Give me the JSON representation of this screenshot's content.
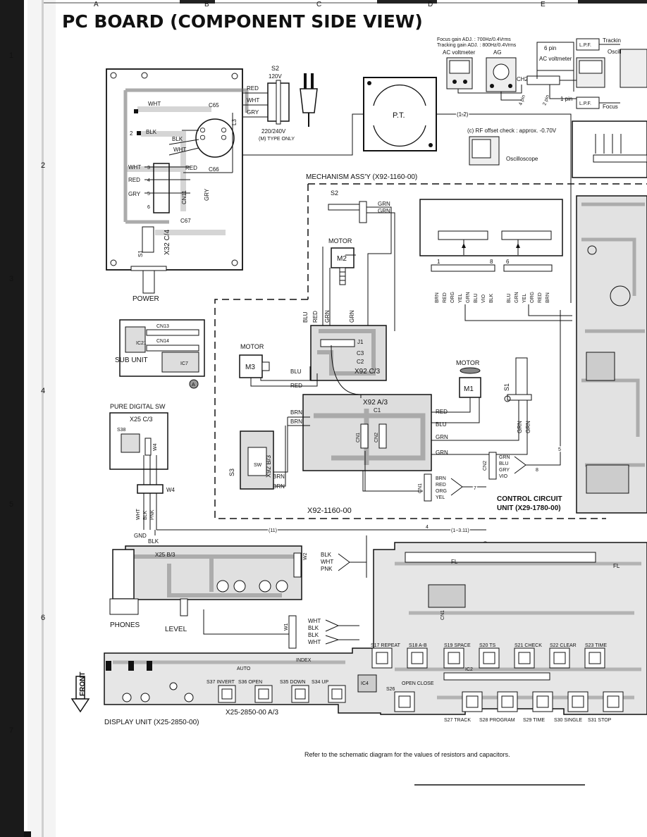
{
  "title": "PC BOARD (COMPONENT SIDE VIEW)",
  "grid": {
    "cols": [
      "A",
      "B",
      "C",
      "D",
      "E"
    ],
    "rows": [
      "1",
      "2",
      "3",
      "4",
      "5",
      "6",
      "7"
    ]
  },
  "top_right": {
    "focus_gain": "Focus gain ADJ. : 700Hz/0.4Vrms",
    "tracking_gain": "Tracking gain ADJ. : 800Hz/0.4Vrms",
    "ac_voltmeter_1": "AC voltmeter",
    "ag": "AG",
    "six_pin": "6 pin",
    "ac_voltmeter_2": "AC voltmeter",
    "tracking": "Trackin",
    "oscill": "Oscill",
    "lpf_1": "L.P.F.",
    "lpf_2": "L.P.F.",
    "focus": "Focus",
    "ch2": "CH2",
    "four_pin": "4 pin",
    "two_pin": "2 pin",
    "one_pin": "1 pin",
    "rf_offset": "(c) RF offset check : approx. -0.70V",
    "oscilloscope": "Oscilloscope"
  },
  "power_unit": {
    "s2": "S2",
    "v120": "120V",
    "red": "RED",
    "wht": "WHT",
    "gry": "GRY",
    "v220": "220/240V",
    "m_type": "(M) TYPE ONLY",
    "pt": "P.T.",
    "c65": "C65",
    "c66": "C66",
    "c67": "C67",
    "l3": "L3",
    "blk": "BLK",
    "wht2": "WHT",
    "wht3": "WHT",
    "red2": "RED",
    "red3": "RED",
    "gry2": "GRY",
    "gry3": "GRY",
    "wht4": "WHT",
    "cn11": "CN11",
    "x32": "X32 C/4",
    "s1": "S1",
    "power": "POWER",
    "conn_12": "(1.2)"
  },
  "mechanism": {
    "label": "MECHANISM ASS'Y (X92-1160-00)",
    "s2": "S2",
    "grn": "GRN",
    "motor_1": "MOTOR",
    "m2": "M2",
    "motor_2": "MOTOR",
    "m3": "M3",
    "motor_3": "MOTOR",
    "m1": "M1",
    "s1": "S1",
    "s3": "S3",
    "x92c": "X92 C/3",
    "x92a": "X92 A/3",
    "x92b": "X92 B/3",
    "bottom_label": "X92-1160-00",
    "j1": "J1",
    "c2": "C2",
    "c3": "C3",
    "c1": "C1",
    "cn1": "CN1",
    "cn2": "CN2",
    "sw": "SW",
    "wires_c": [
      "BLU",
      "RED",
      "GRN",
      "GRN"
    ],
    "wires_a": [
      "RED",
      "BLU",
      "GRN",
      "GRN"
    ],
    "wires_b": [
      "BRN",
      "BRN",
      "BRN",
      "BRN"
    ],
    "blu": "BLU",
    "red": "RED",
    "s1_grn": [
      "GRN",
      "GRN"
    ]
  },
  "pickup": {
    "pin1": "1",
    "pin8": "8",
    "pin6": "6",
    "left": [
      "BRN",
      "RED",
      "ORG",
      "YEL",
      "GRN",
      "BLU",
      "VIO",
      "BLK"
    ],
    "right": [
      "BLU",
      "GRN",
      "YEL",
      "ORG",
      "RED",
      "BRN"
    ]
  },
  "sub_unit": {
    "label": "SUB UNIT",
    "cn13": "CN13",
    "cn14": "CN14",
    "ic21": "IC21",
    "ic7": "IC7",
    "marker": "A"
  },
  "pure_digital": {
    "label": "PURE DIGITAL SW",
    "code": "X25 C/3",
    "s38": "S38",
    "w4": "W4",
    "wires": [
      "WHT",
      "BLK",
      "PNK"
    ]
  },
  "control": {
    "label1": "CONTROL CIRCUIT",
    "label2": "UNIT (X29-1780-00)",
    "cn2": "CN2",
    "cn1": "CN1",
    "cn2_wires": [
      "GRN",
      "BLU",
      "GRY",
      "VIO"
    ],
    "cn1_wires": [
      "BRN",
      "RED",
      "ORG",
      "YEL"
    ],
    "conn_8": "8",
    "conn_7": "7",
    "conn_5": "5",
    "conn_4": "4",
    "conn_1_3_11": "(1~3.11)",
    "conn_11": "(11)",
    "conn_9": "9"
  },
  "display": {
    "label": "DISPLAY UNIT (X25-2850-00)",
    "phones": "PHONES",
    "level": "LEVEL",
    "gnd": "GND",
    "blk": "BLK",
    "code_b": "X25 B/3",
    "code_a": "X25-2850-00 A/3",
    "w2": "W2",
    "w2_wires": [
      "BLK",
      "WHT",
      "PNK"
    ],
    "w1": "W1",
    "w1_wires": [
      "WHT",
      "BLK",
      "BLK",
      "WHT"
    ],
    "front": "FRONT",
    "buttons_row1": [
      "S17 REPEAT",
      "S18 A-B",
      "S19 SPACE",
      "S20 TS",
      "S21 CHECK",
      "S22 CLEAR",
      "S23 TIME"
    ],
    "buttons_row2": [
      "S27 TRACK",
      "S28 PROGRAM",
      "S29 TIME",
      "S30 SINGLE",
      "S31 STOP"
    ],
    "left_buttons": [
      "S37 INVERT",
      "S36 OPEN",
      "S35 DOWN",
      "S34 UP"
    ],
    "auto": "AUTO",
    "index": "INDEX",
    "open_close": "OPEN CLOSE",
    "s26": "S26",
    "fl": "FL",
    "ic2": "IC2",
    "ic4": "IC4",
    "cn1": "CN1"
  },
  "footer": "Refer to the schematic diagram for the values of resistors and capacitors."
}
